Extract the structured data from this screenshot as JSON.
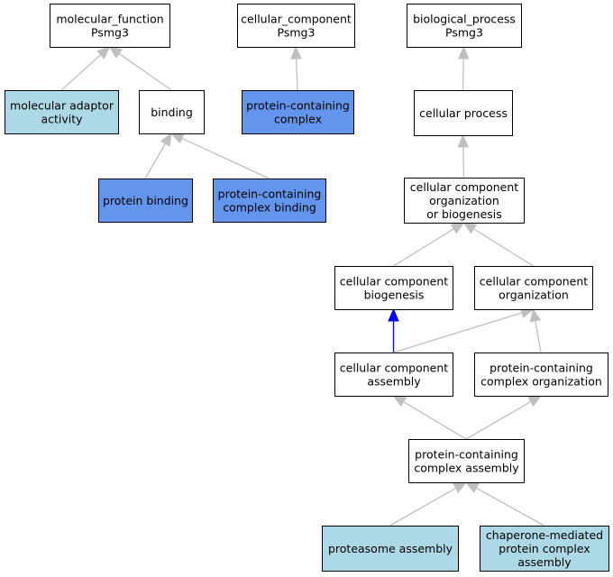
{
  "colors": {
    "white": "#ffffff",
    "light_blue": "#add8e6",
    "cornflower": "#6495ed",
    "edge_gray": "#c0c0c0",
    "edge_blue": "#0000ff",
    "border": "#000000"
  },
  "nodes": [
    {
      "id": "mf",
      "lines": [
        "molecular_function",
        "Psmg3"
      ],
      "fill": "white"
    },
    {
      "id": "cc",
      "lines": [
        "cellular_component",
        "Psmg3"
      ],
      "fill": "white"
    },
    {
      "id": "bp",
      "lines": [
        "biological_process",
        "Psmg3"
      ],
      "fill": "white"
    },
    {
      "id": "mad",
      "lines": [
        "molecular adaptor",
        "activity"
      ],
      "fill": "light_blue"
    },
    {
      "id": "bind",
      "lines": [
        "binding"
      ],
      "fill": "white"
    },
    {
      "id": "pcc",
      "lines": [
        "protein-containing",
        "complex"
      ],
      "fill": "cornflower"
    },
    {
      "id": "cp",
      "lines": [
        "cellular process"
      ],
      "fill": "white"
    },
    {
      "id": "pb",
      "lines": [
        "protein binding"
      ],
      "fill": "cornflower"
    },
    {
      "id": "pccb",
      "lines": [
        "protein-containing",
        "complex binding"
      ],
      "fill": "cornflower"
    },
    {
      "id": "ccob",
      "lines": [
        "cellular component",
        "organization",
        "or biogenesis"
      ],
      "fill": "white"
    },
    {
      "id": "ccb",
      "lines": [
        "cellular component",
        "biogenesis"
      ],
      "fill": "white"
    },
    {
      "id": "cco",
      "lines": [
        "cellular component",
        "organization"
      ],
      "fill": "white"
    },
    {
      "id": "cca",
      "lines": [
        "cellular component",
        "assembly"
      ],
      "fill": "white"
    },
    {
      "id": "pcco",
      "lines": [
        "protein-containing",
        "complex organization"
      ],
      "fill": "white"
    },
    {
      "id": "pcca",
      "lines": [
        "protein-containing",
        "complex assembly"
      ],
      "fill": "white"
    },
    {
      "id": "pa",
      "lines": [
        "proteasome assembly"
      ],
      "fill": "light_blue"
    },
    {
      "id": "cmpca",
      "lines": [
        "chaperone-mediated",
        "protein complex",
        "assembly"
      ],
      "fill": "light_blue"
    }
  ],
  "edges": [
    {
      "from": "mad",
      "to": "mf",
      "color": "edge_gray"
    },
    {
      "from": "bind",
      "to": "mf",
      "color": "edge_gray"
    },
    {
      "from": "pcc",
      "to": "cc",
      "color": "edge_gray"
    },
    {
      "from": "cp",
      "to": "bp",
      "color": "edge_gray"
    },
    {
      "from": "pb",
      "to": "bind",
      "color": "edge_gray"
    },
    {
      "from": "pccb",
      "to": "bind",
      "color": "edge_gray"
    },
    {
      "from": "ccob",
      "to": "cp",
      "color": "edge_gray"
    },
    {
      "from": "ccb",
      "to": "ccob",
      "color": "edge_gray"
    },
    {
      "from": "cco",
      "to": "ccob",
      "color": "edge_gray"
    },
    {
      "from": "cca",
      "to": "ccb",
      "color": "edge_blue"
    },
    {
      "from": "cca",
      "to": "cco",
      "color": "edge_gray"
    },
    {
      "from": "pcco",
      "to": "cco",
      "color": "edge_gray"
    },
    {
      "from": "pcca",
      "to": "cca",
      "color": "edge_gray"
    },
    {
      "from": "pcca",
      "to": "pcco",
      "color": "edge_gray"
    },
    {
      "from": "pa",
      "to": "pcca",
      "color": "edge_gray"
    },
    {
      "from": "cmpca",
      "to": "pcca",
      "color": "edge_gray"
    }
  ]
}
